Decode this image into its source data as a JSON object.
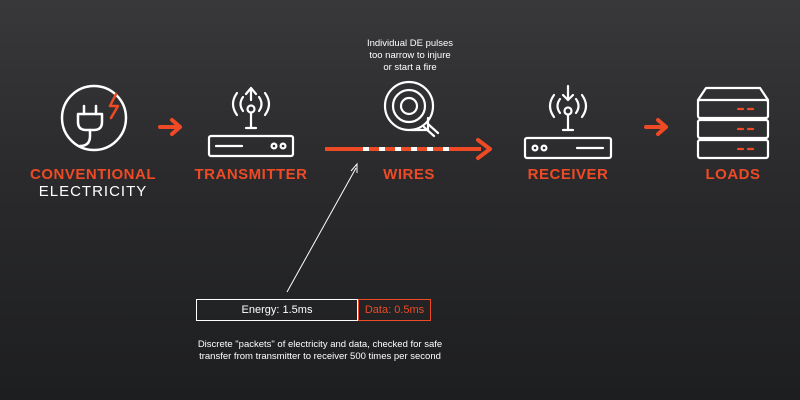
{
  "colors": {
    "accent": "#ee4a25",
    "text": "#ffffff",
    "background_top": "#38383a",
    "background_bottom": "#1d1e20"
  },
  "pipeline": {
    "source": {
      "label_line1": "CONVENTIONAL",
      "label_line2": "ELECTRICITY",
      "icon": "power-plug-icon"
    },
    "transmitter": {
      "label": "TRANSMITTER",
      "icon": "transmitter-icon"
    },
    "wires": {
      "label": "WIRES",
      "icon": "cable-coil-icon"
    },
    "receiver": {
      "label": "RECEIVER",
      "icon": "receiver-icon"
    },
    "loads": {
      "label": "LOADS",
      "icon": "server-stack-icon"
    }
  },
  "pulses_note": {
    "line1": "Individual DE pulses",
    "line2": "too narrow to injure",
    "line3": "or start a fire"
  },
  "packet_bar": {
    "energy_label": "Energy: 1.5ms",
    "data_label": "Data: 0.5ms"
  },
  "packets_note": {
    "line1": "Discrete \"packets\" of electricity and data, checked for safe",
    "line2": "transfer from transmitter to receiver 500 times per second"
  }
}
